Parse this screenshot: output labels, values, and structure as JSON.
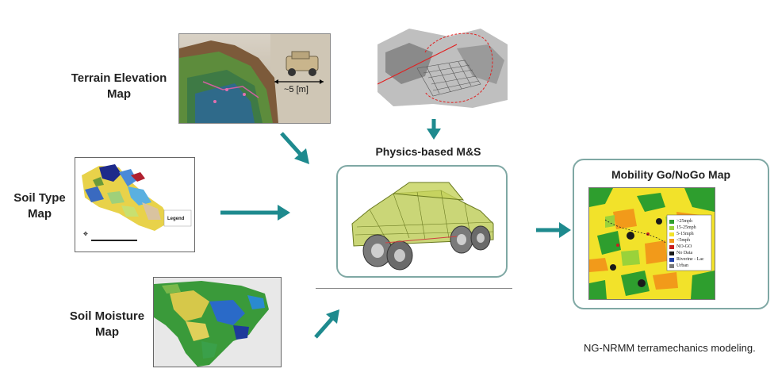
{
  "labels": {
    "terrain_line1": "Terrain Elevation",
    "terrain_line2": "Map",
    "soil_type_line1": "Soil Type",
    "soil_type_line2": "Map",
    "soil_moisture_line1": "Soil Moisture",
    "soil_moisture_line2": "Map",
    "physics": "Physics-based M&S",
    "mobility_title": "Mobility Go/NoGo Map",
    "terrain_scale": "~5 [m]",
    "soil_legend": "Legend",
    "caption": "NG-NRMM terramechanics modeling."
  },
  "mobility_legend": [
    {
      "label": ">25mph",
      "color": "#2e9e2e"
    },
    {
      "label": "15-25mph",
      "color": "#9ad23a"
    },
    {
      "label": "5-15mph",
      "color": "#f2e22a"
    },
    {
      "label": "<5mph",
      "color": "#f29a1a"
    },
    {
      "label": "NO-GO",
      "color": "#c81e1e"
    },
    {
      "label": "No Data",
      "color": "#1a1a1a"
    },
    {
      "label": "Riverine - Lac",
      "color": "#1f3fa8"
    },
    {
      "label": "Urban",
      "color": "#7a7a7a"
    }
  ],
  "colors": {
    "arrow": "#1e8a8e",
    "box_border": "#7fa8a4"
  }
}
